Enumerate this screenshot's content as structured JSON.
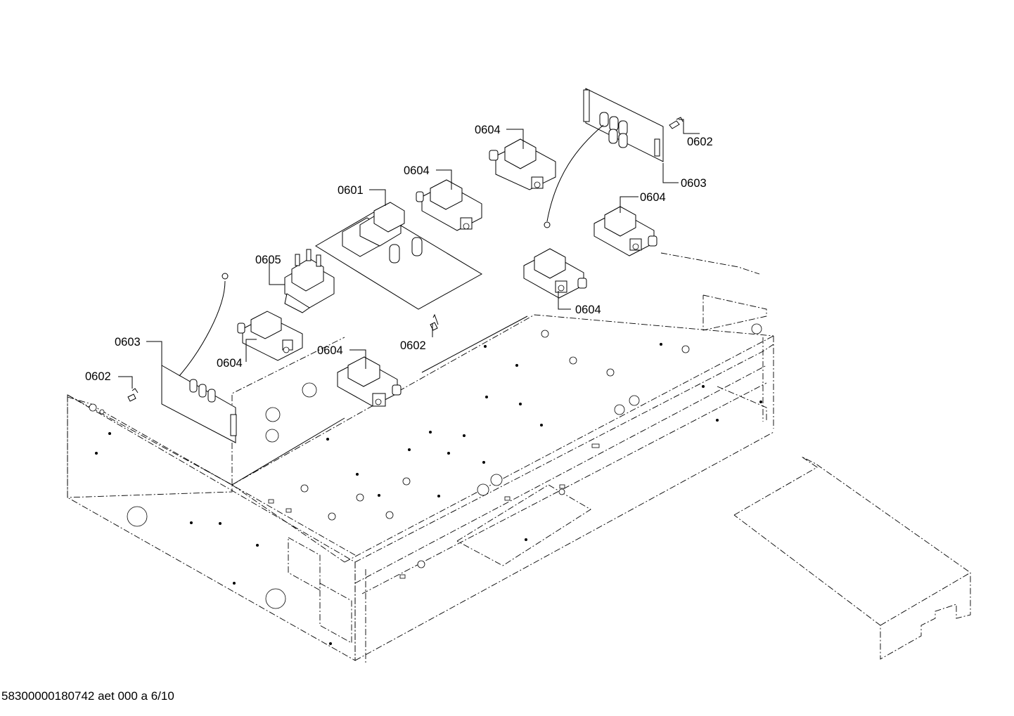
{
  "callouts": {
    "c0601": "0601",
    "c0602_a": "0602",
    "c0602_b": "0602",
    "c0602_c": "0602",
    "c0603_a": "0603",
    "c0603_b": "0603",
    "c0604_a": "0604",
    "c0604_b": "0604",
    "c0604_c": "0604",
    "c0604_d": "0604",
    "c0604_e": "0604",
    "c0604_f": "0604",
    "c0605": "0605"
  },
  "footer": {
    "document_id": "58300000180742 aet 000 a 6/10"
  }
}
